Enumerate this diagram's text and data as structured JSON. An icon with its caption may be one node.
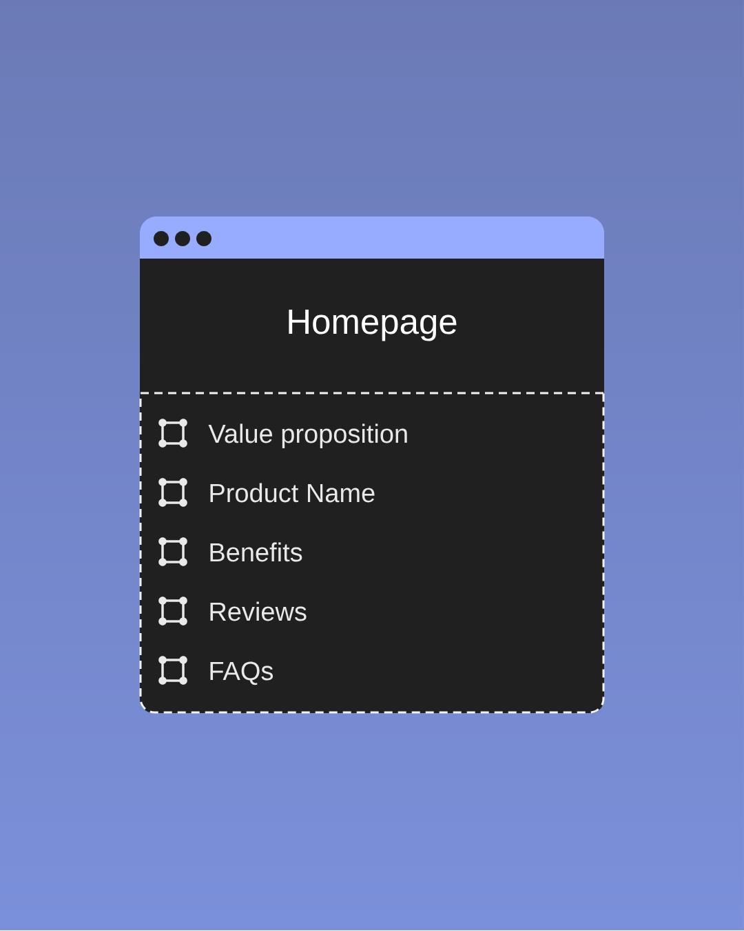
{
  "diagram": {
    "nodes": [
      {
        "text": [
          "Homepage"
        ]
      },
      {
        "text": [
          "Value proposition",
          "Product Name",
          "Benefits",
          "Reviews",
          "FAQs"
        ],
        "in": 0
      }
    ]
  }
}
